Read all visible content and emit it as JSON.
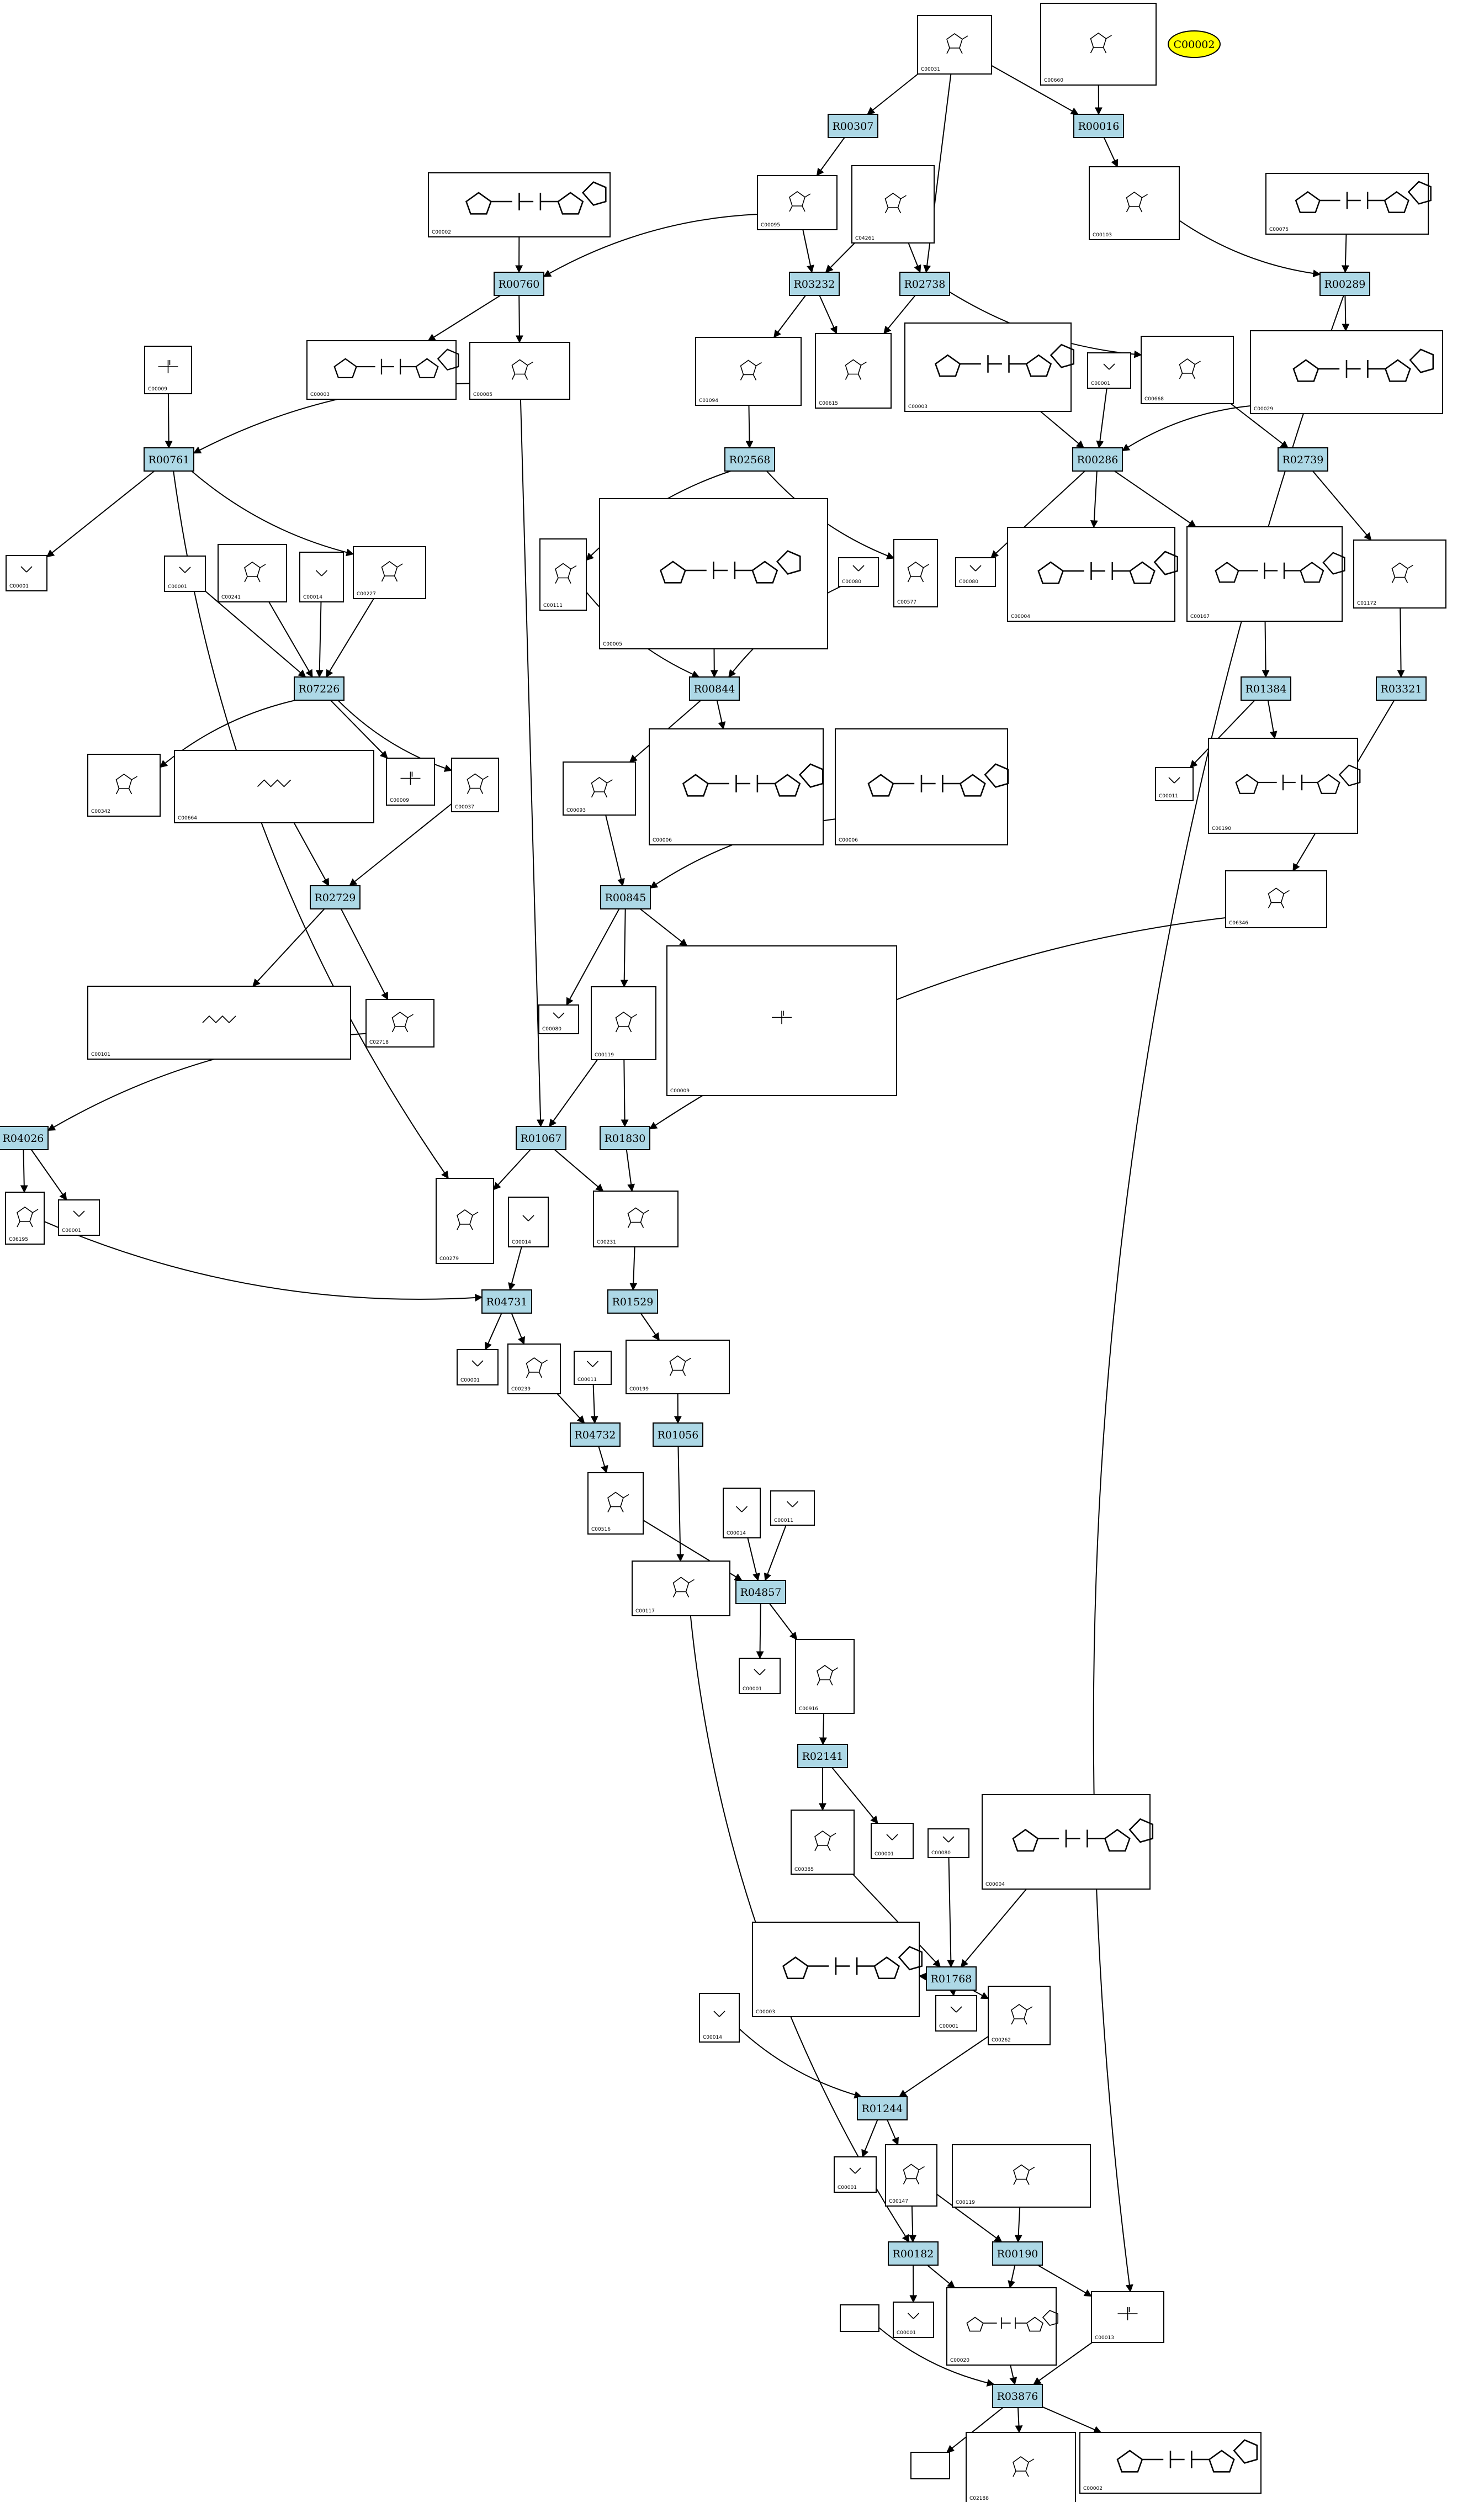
{
  "highlight": {
    "id": "C00002",
    "color": "#ffff00"
  },
  "reaction_color": "#add8e6",
  "reactions": [
    {
      "id": "R00307"
    },
    {
      "id": "R00016"
    },
    {
      "id": "R00760"
    },
    {
      "id": "R03232"
    },
    {
      "id": "R02738"
    },
    {
      "id": "R00289"
    },
    {
      "id": "R00761"
    },
    {
      "id": "R02568"
    },
    {
      "id": "R00286"
    },
    {
      "id": "R02739"
    },
    {
      "id": "R07226"
    },
    {
      "id": "R00844"
    },
    {
      "id": "R01384"
    },
    {
      "id": "R03321"
    },
    {
      "id": "R02729"
    },
    {
      "id": "R00845"
    },
    {
      "id": "R04026"
    },
    {
      "id": "R01067"
    },
    {
      "id": "R01830"
    },
    {
      "id": "R04731"
    },
    {
      "id": "R01529"
    },
    {
      "id": "R04732"
    },
    {
      "id": "R01056"
    },
    {
      "id": "R04857"
    },
    {
      "id": "R02141"
    },
    {
      "id": "R01768"
    },
    {
      "id": "R01244"
    },
    {
      "id": "R00182"
    },
    {
      "id": "R00190"
    },
    {
      "id": "R03876"
    }
  ],
  "compounds": [
    {
      "id": "C00031",
      "label": "C00031"
    },
    {
      "id": "C00660",
      "label": "C00660"
    },
    {
      "id": "C00002a",
      "label": "C00002"
    },
    {
      "id": "C00095",
      "label": "C00095"
    },
    {
      "id": "C04261",
      "label": "C04261"
    },
    {
      "id": "C00103",
      "label": "C00103"
    },
    {
      "id": "C00075",
      "label": "C00075"
    },
    {
      "id": "C00009a",
      "label": "C00009"
    },
    {
      "id": "C00003a",
      "label": "C00003"
    },
    {
      "id": "C00085",
      "label": "C00085"
    },
    {
      "id": "C01094",
      "label": "C01094"
    },
    {
      "id": "C00615",
      "label": "C00615"
    },
    {
      "id": "C00003b",
      "label": "C00003"
    },
    {
      "id": "C00001a",
      "label": "C00001"
    },
    {
      "id": "C00668",
      "label": "C00668"
    },
    {
      "id": "C00029",
      "label": "C00029"
    },
    {
      "id": "C00001b",
      "label": "C00001"
    },
    {
      "id": "C00111",
      "label": "C00111"
    },
    {
      "id": "C00005",
      "label": "C00005"
    },
    {
      "id": "C00080a",
      "label": "C00080"
    },
    {
      "id": "C00577",
      "label": "C00577"
    },
    {
      "id": "C00080b",
      "label": "C00080"
    },
    {
      "id": "C00004a",
      "label": "C00004"
    },
    {
      "id": "C00167",
      "label": "C00167"
    },
    {
      "id": "C01172",
      "label": "C01172"
    },
    {
      "id": "C00001c",
      "label": "C00001"
    },
    {
      "id": "C00241",
      "label": "C00241"
    },
    {
      "id": "C00014a",
      "label": "C00014"
    },
    {
      "id": "C00227",
      "label": "C00227"
    },
    {
      "id": "C00342",
      "label": "C00342"
    },
    {
      "id": "C00664",
      "label": "C00664"
    },
    {
      "id": "C00009b",
      "label": "C00009"
    },
    {
      "id": "C00037",
      "label": "C00037"
    },
    {
      "id": "C00093",
      "label": "C00093"
    },
    {
      "id": "C00006a",
      "label": "C00006"
    },
    {
      "id": "C00006b",
      "label": "C00006"
    },
    {
      "id": "C00011a",
      "label": "C00011"
    },
    {
      "id": "C00190",
      "label": "C00190"
    },
    {
      "id": "C06346",
      "label": "C06346"
    },
    {
      "id": "C00101",
      "label": "C00101"
    },
    {
      "id": "C02718",
      "label": "C02718"
    },
    {
      "id": "C00080c",
      "label": "C00080"
    },
    {
      "id": "C00119",
      "label": "C00119"
    },
    {
      "id": "C00009c",
      "label": "C00009"
    },
    {
      "id": "C06195",
      "label": "C06195"
    },
    {
      "id": "C00001d",
      "label": "C00001"
    },
    {
      "id": "C00279",
      "label": "C00279"
    },
    {
      "id": "C00014b",
      "label": "C00014"
    },
    {
      "id": "C00231",
      "label": "C00231"
    },
    {
      "id": "C00001e",
      "label": "C00001"
    },
    {
      "id": "C00239",
      "label": "C00239"
    },
    {
      "id": "C00011b",
      "label": "C00011"
    },
    {
      "id": "C00199",
      "label": "C00199"
    },
    {
      "id": "C00516",
      "label": "C00516"
    },
    {
      "id": "C00014c",
      "label": "C00014"
    },
    {
      "id": "C00011c",
      "label": "C00011"
    },
    {
      "id": "C00117",
      "label": "C00117"
    },
    {
      "id": "C00001f",
      "label": "C00001"
    },
    {
      "id": "C00916",
      "label": "C00916"
    },
    {
      "id": "C00385",
      "label": "C00385"
    },
    {
      "id": "C00001g",
      "label": "C00001"
    },
    {
      "id": "C00080d",
      "label": "C00080"
    },
    {
      "id": "C00004b",
      "label": "C00004"
    },
    {
      "id": "C00003c",
      "label": "C00003"
    },
    {
      "id": "C00001h",
      "label": "C00001"
    },
    {
      "id": "C00262",
      "label": "C00262"
    },
    {
      "id": "C00014d",
      "label": "C00014"
    },
    {
      "id": "C00001i",
      "label": "C00001"
    },
    {
      "id": "C00147",
      "label": "C00147"
    },
    {
      "id": "C00119b",
      "label": "C00119"
    },
    {
      "id": "C00001j",
      "label": "C00001"
    },
    {
      "id": "C00020",
      "label": "C00020"
    },
    {
      "id": "C00013",
      "label": "C00013"
    },
    {
      "id": "blank1",
      "label": ""
    },
    {
      "id": "blank2",
      "label": ""
    },
    {
      "id": "C02188",
      "label": "C02188"
    },
    {
      "id": "C00002b",
      "label": "C00002"
    }
  ]
}
